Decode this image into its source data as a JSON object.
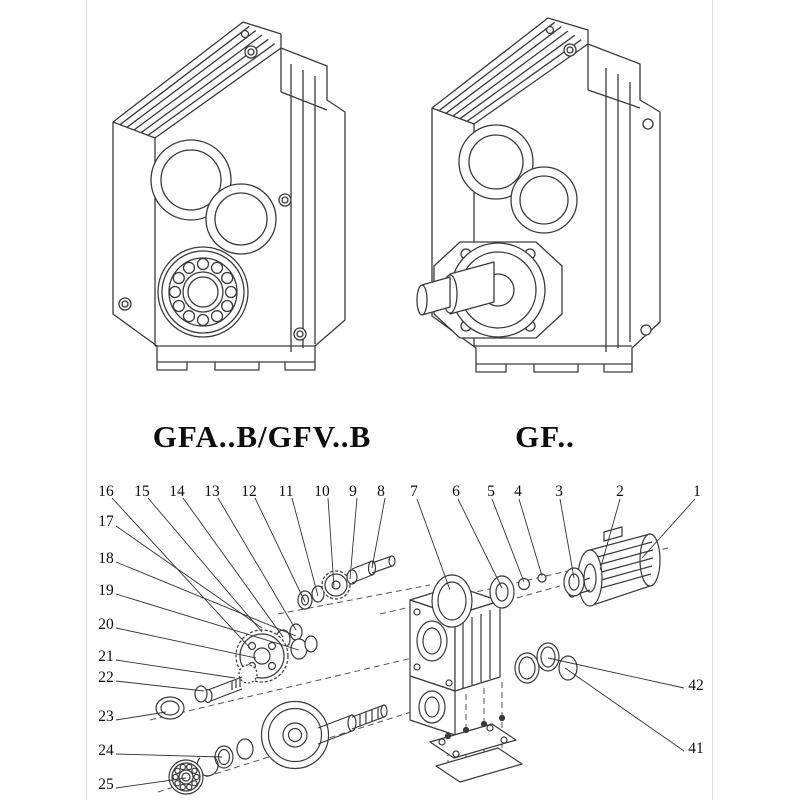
{
  "models": [
    {
      "name": "GFA..B/GFV..B"
    },
    {
      "name": "GF.."
    }
  ],
  "exploded": {
    "top_row": [
      "16",
      "15",
      "14",
      "13",
      "12",
      "11",
      "10",
      "9",
      "8",
      "7",
      "6",
      "5",
      "4",
      "3",
      "2",
      "1"
    ],
    "left_col": [
      "17",
      "18",
      "19",
      "20",
      "21",
      "22",
      "23",
      "24",
      "25"
    ],
    "right_col": [
      "42",
      "41"
    ]
  }
}
